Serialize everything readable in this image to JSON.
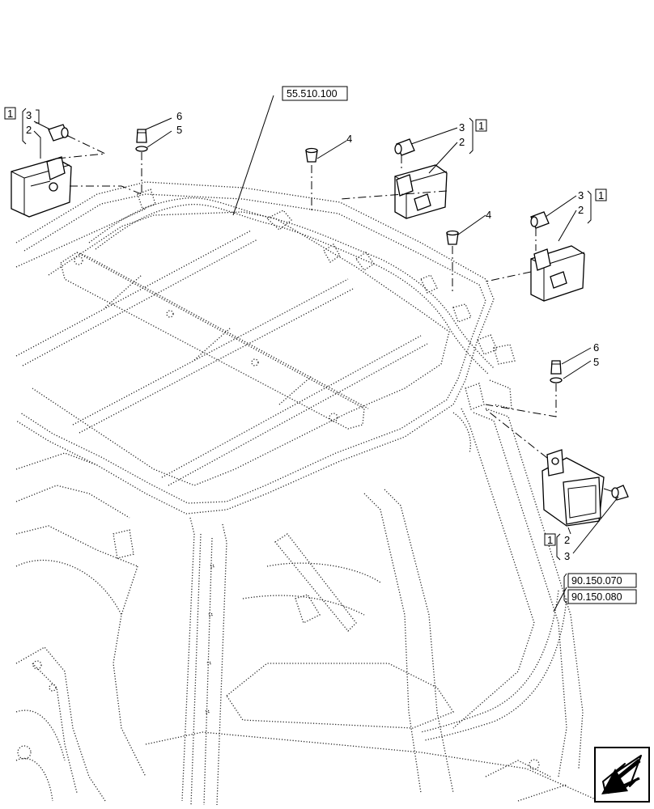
{
  "references": {
    "ref_roof_harness": "55.510.100",
    "ref_wiring_a": "90.150.070",
    "ref_wiring_b": "90.150.080"
  },
  "callouts": {
    "kit": "1",
    "item_2": "2",
    "item_3": "3",
    "item_4": "4",
    "item_5": "5",
    "item_6": "6"
  },
  "icons": {
    "navigation": "arrow-down-left-icon"
  }
}
